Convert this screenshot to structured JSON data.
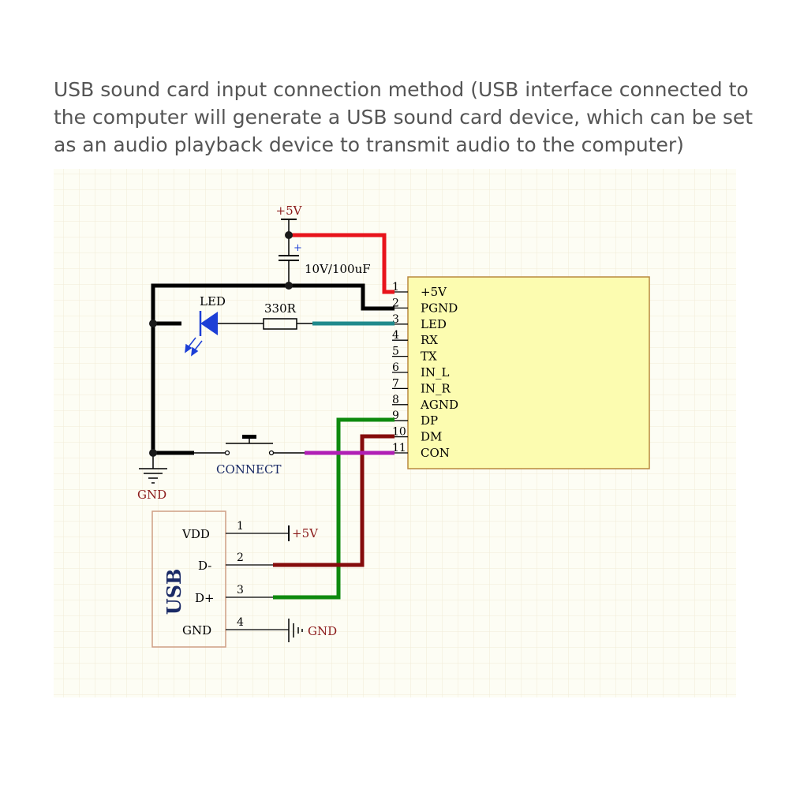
{
  "caption": {
    "line1": "USB sound card input connection method (USB interface connected to",
    "line2": "the computer will generate a USB sound card device, which can be set",
    "line3": "as an audio playback device to transmit audio to the computer)"
  },
  "labels": {
    "vcc_top": "+5V",
    "capacitor": "10V/100uF",
    "cap_plus": "+",
    "led": "LED",
    "resistor": "330R",
    "switch": "CONNECT",
    "gnd": "GND"
  },
  "module": {
    "pins": [
      {
        "num": "1",
        "name": "+5V"
      },
      {
        "num": "2",
        "name": "PGND"
      },
      {
        "num": "3",
        "name": "LED"
      },
      {
        "num": "4",
        "name": "RX"
      },
      {
        "num": "5",
        "name": "TX"
      },
      {
        "num": "6",
        "name": "IN_L"
      },
      {
        "num": "7",
        "name": "IN_R"
      },
      {
        "num": "8",
        "name": "AGND"
      },
      {
        "num": "9",
        "name": "DP"
      },
      {
        "num": "10",
        "name": "DM"
      },
      {
        "num": "11",
        "name": "CON"
      }
    ]
  },
  "usb": {
    "title": "USB",
    "pins": [
      {
        "num": "1",
        "name": "VDD",
        "net": "+5V"
      },
      {
        "num": "2",
        "name": "D-",
        "net": ""
      },
      {
        "num": "3",
        "name": "D+",
        "net": ""
      },
      {
        "num": "4",
        "name": "GND",
        "net": "GND"
      }
    ]
  },
  "colors": {
    "grid_bg": "#fdfdf4",
    "grid_line": "#f1ecd6",
    "module_fill": "#fcfcb0",
    "module_border": "#b8893e",
    "usb_border": "#cf9e84",
    "label_dark": "#8b1a1a",
    "wire_red": "#e8141c",
    "wire_teal": "#208a8c",
    "wire_green": "#0e8a0e",
    "wire_darkred": "#850c0c",
    "wire_magenta": "#b01fb5",
    "wire_black": "#000000",
    "led_blue": "#1d3fd6"
  }
}
